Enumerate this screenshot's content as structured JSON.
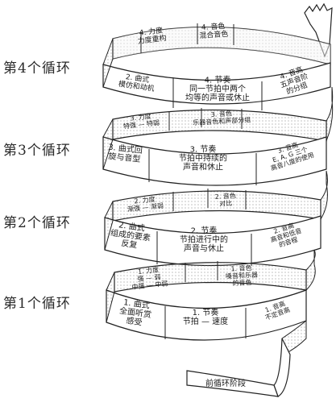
{
  "cycle_labels": [
    "第4个循环",
    "第3个循环",
    "第2个循环",
    "第1个循环"
  ],
  "pre_cycle_label": "前循环阶段",
  "cycles": [
    {
      "back_left": [
        "4. 力度",
        "力度重构"
      ],
      "back_right": [
        "4. 音色",
        "混合音色"
      ],
      "front_left": [
        "2. 曲式",
        "模仿和动机"
      ],
      "front_center": [
        "4. 节奏",
        "同一节拍中两个",
        "均等的声音或休止"
      ],
      "front_right": [
        "4. 音高",
        "五声音阶",
        "的分组"
      ]
    },
    {
      "back_left": [
        "3. 力度",
        "特强 — 特弱"
      ],
      "back_right": [
        "3. 音色",
        "乐器音色和声部分组"
      ],
      "front_left": [
        "3. 曲式回",
        "旋与音型"
      ],
      "front_center": [
        "3. 节奏",
        "节拍中持续的",
        "声音和休止"
      ],
      "front_right": [
        "3. 音高",
        "E, A, G 三个",
        "高音八度的使用"
      ]
    },
    {
      "back_left": [
        "2. 力度",
        "渐强 — 渐弱"
      ],
      "back_right": [
        "2. 音色",
        "对比"
      ],
      "front_left": [
        "2. 曲式",
        "组成的要素",
        "反复"
      ],
      "front_center": [
        "2. 节奏",
        "节拍进行中的",
        "声音与休止"
      ],
      "front_right": [
        "2. 音高",
        "高音和低音",
        "的音程"
      ]
    },
    {
      "back_left": [
        "1. 力度",
        "强 — 弱",
        "中强 — 中弱"
      ],
      "back_right": [
        "1. 音色",
        "嗓音和乐器",
        "的音色"
      ],
      "front_left": [
        "1. 曲式",
        "全面听赏",
        "感受"
      ],
      "front_center": [
        "1. 节奏",
        "节拍 — 速度"
      ],
      "front_right": [
        "1. 音高",
        "不定音高"
      ]
    }
  ]
}
